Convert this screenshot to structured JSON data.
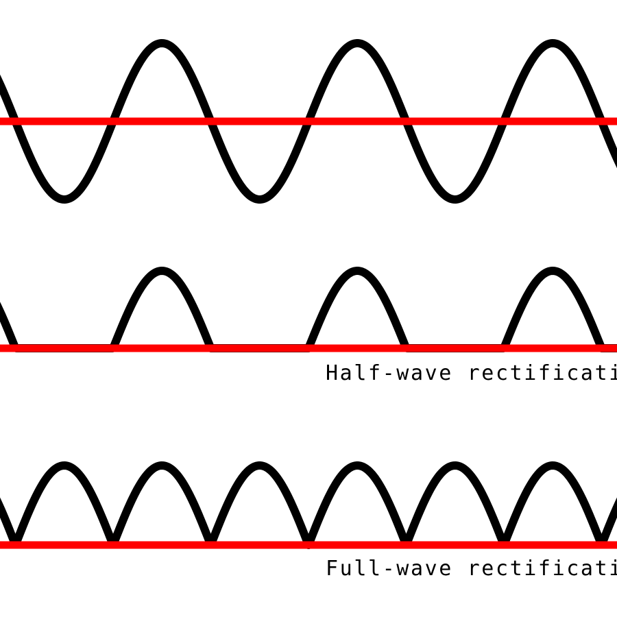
{
  "colors": {
    "waveform": "#000000",
    "baseline": "#ff0000",
    "background": "#ffffff"
  },
  "panels": [
    {
      "id": "sine",
      "mode": "sine",
      "label": null
    },
    {
      "id": "half-wave",
      "mode": "half",
      "label": "Half-wave rectification"
    },
    {
      "id": "full-wave",
      "mode": "full",
      "label": "Full-wave rectification"
    }
  ],
  "labels": {
    "half_wave": "Half-wave rectification",
    "full_wave": "Full-wave rectification"
  }
}
